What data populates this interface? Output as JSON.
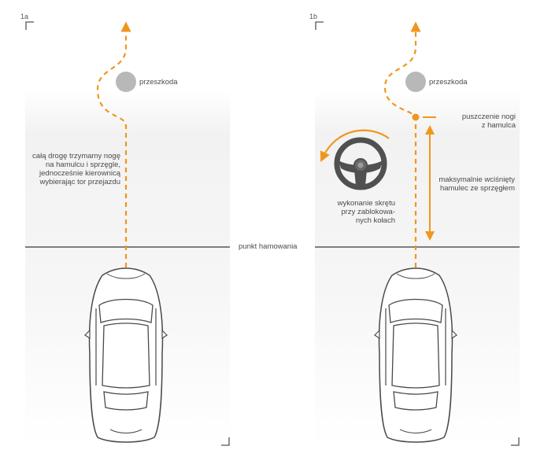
{
  "panels": {
    "a": {
      "id": "1a",
      "obstacle_label": "przeszkoda",
      "instruction_lines": [
        "całą drogę trzymamy nogę",
        "na hamulcu i sprzęgle,",
        "jednocześnie kierownicą",
        "wybierając tor przejazdu"
      ]
    },
    "b": {
      "id": "1b",
      "obstacle_label": "przeszkoda",
      "release_label_lines": [
        "puszczenie nogi",
        "z hamulca"
      ],
      "pressed_label_lines": [
        "maksymalnie wciśnięty",
        "hamulec ze sprzęgłem"
      ],
      "turn_label_lines": [
        "wykonanie skrętu",
        "przy zablokowa-",
        "nych kołach"
      ]
    }
  },
  "braking_point_label": "punkt hamowania",
  "colors": {
    "path": "#f0961e",
    "obstacle": "#b8b8b8",
    "line": "#6d6d6d",
    "text": "#4a4a4a",
    "wheel": "#505050"
  }
}
